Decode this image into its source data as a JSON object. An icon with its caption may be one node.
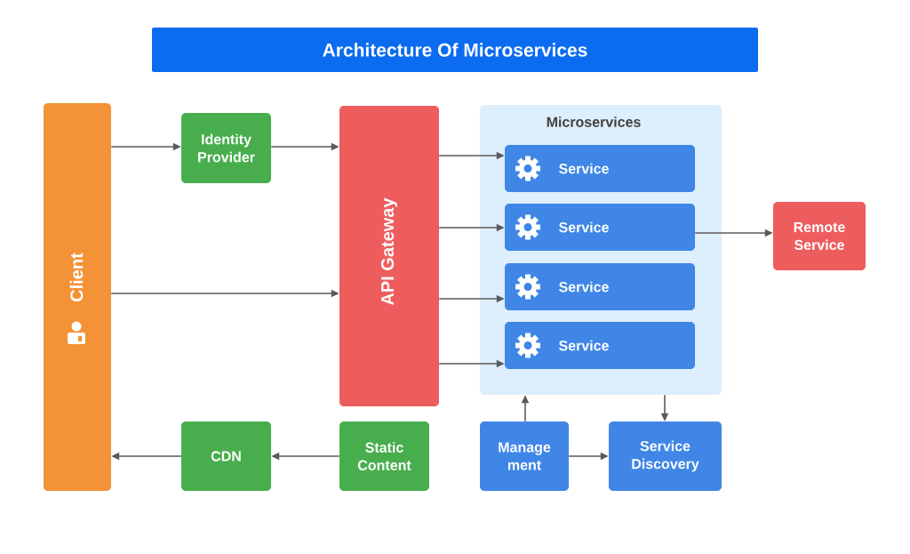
{
  "diagram": {
    "title": "Architecture Of Microservices",
    "nodes": [
      {
        "text": [
          "Client"
        ]
      },
      {
        "text": [
          "Identity Provider"
        ]
      },
      {
        "text": [
          "API Gateway"
        ]
      },
      {
        "text": [
          "Microservices"
        ]
      },
      {
        "text": [
          "Service"
        ],
        "in": 3
      },
      {
        "text": [
          "Service"
        ],
        "in": 3
      },
      {
        "text": [
          "Service"
        ],
        "in": 3
      },
      {
        "text": [
          "Service"
        ],
        "in": 3
      },
      {
        "text": [
          "Remote Service"
        ]
      },
      {
        "text": [
          "Static Content"
        ]
      },
      {
        "text": [
          "CDN"
        ]
      },
      {
        "text": [
          "Manage ment"
        ]
      },
      {
        "text": [
          "Service Discovery"
        ]
      }
    ],
    "edges": [
      {
        "from": 0,
        "to": 1,
        "arrow": "to"
      },
      {
        "from": 1,
        "to": 2,
        "arrow": "to"
      },
      {
        "from": 0,
        "to": 2,
        "arrow": "to"
      },
      {
        "from": 2,
        "to": 4,
        "arrow": "to"
      },
      {
        "from": 2,
        "to": 5,
        "arrow": "to"
      },
      {
        "from": 2,
        "to": 6,
        "arrow": "to"
      },
      {
        "from": 2,
        "to": 7,
        "arrow": "to"
      },
      {
        "from": 5,
        "to": 8,
        "arrow": "to"
      },
      {
        "from": 9,
        "to": 10,
        "arrow": "to"
      },
      {
        "from": 10,
        "to": 0,
        "arrow": "to"
      },
      {
        "from": 11,
        "to": 3,
        "arrow": "to"
      },
      {
        "from": 3,
        "to": 12,
        "arrow": "to"
      },
      {
        "from": 11,
        "to": 12,
        "arrow": "to"
      }
    ]
  }
}
